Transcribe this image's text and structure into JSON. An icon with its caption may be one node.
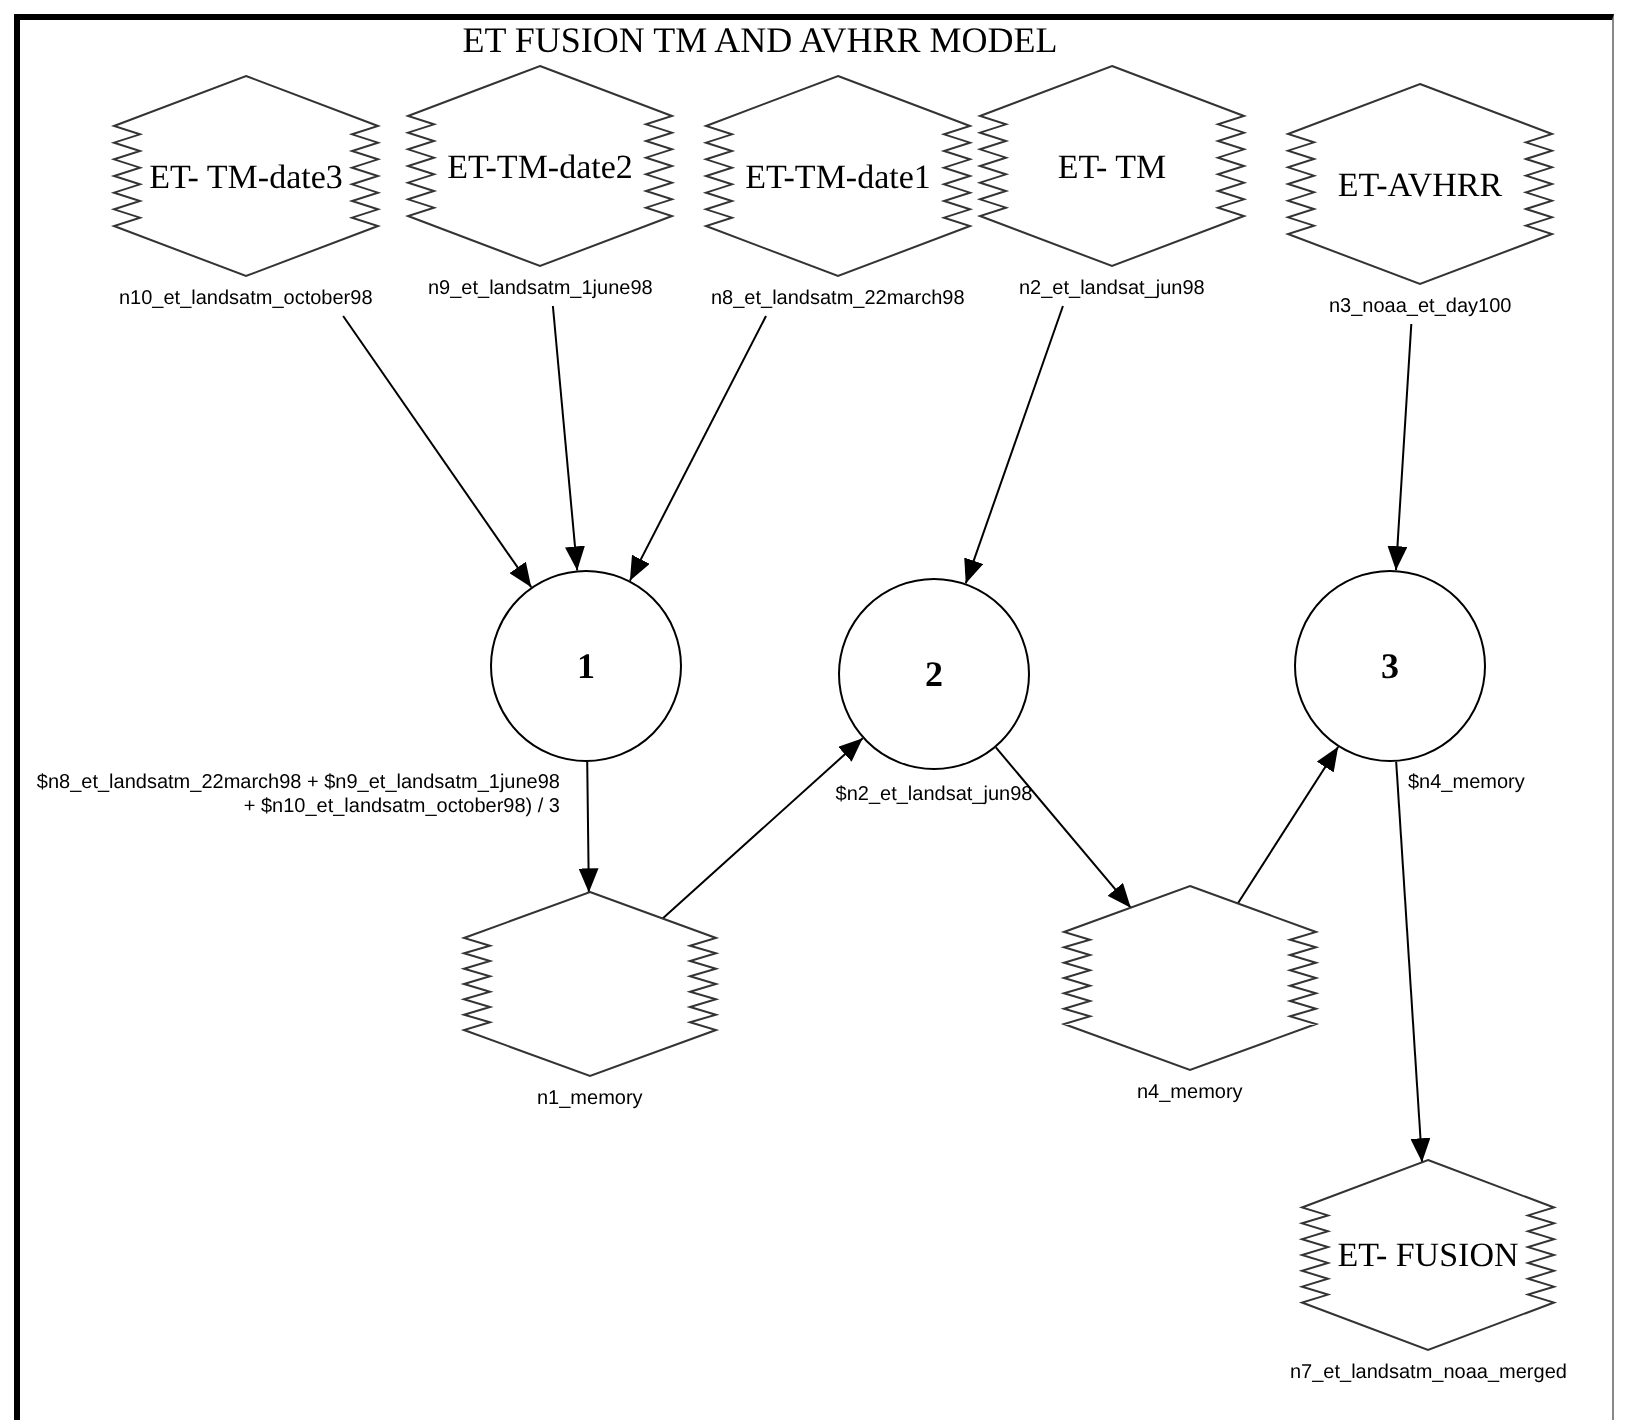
{
  "diagram": {
    "title": "ET FUSION TM AND AVHRR MODEL",
    "nodes": [
      {
        "text": [
          "ET- TM-date3"
        ],
        "beside": [
          "n10_et_landsatm_october98"
        ]
      },
      {
        "text": [
          "ET-TM-date2"
        ],
        "beside": [
          "n9_et_landsatm_1june98"
        ]
      },
      {
        "text": [
          "ET-TM-date1"
        ],
        "beside": [
          "n8_et_landsatm_22march98"
        ]
      },
      {
        "text": [
          "ET- TM"
        ],
        "beside": [
          "n2_et_landsat_jun98"
        ]
      },
      {
        "text": [
          "ET-AVHRR"
        ],
        "beside": [
          "n3_noaa_et_day100"
        ]
      },
      {
        "text": [
          "1"
        ],
        "beside": [
          "$n8_et_landsatm_22march98 + $n9_et_landsatm_1june98 + $n10_et_landsatm_october98) / 3"
        ]
      },
      {
        "text": [
          "2"
        ],
        "beside": [
          "$n2_et_landsat_jun98"
        ]
      },
      {
        "text": [
          "3"
        ],
        "beside": [
          "$n4_memory"
        ]
      },
      {
        "text": [],
        "shape": "hexagon",
        "beside": [
          "n1_memory"
        ]
      },
      {
        "text": [],
        "shape": "hexagon",
        "beside": [
          "n4_memory"
        ]
      },
      {
        "text": [
          "ET- FUSION"
        ],
        "beside": [
          "n7_et_landsatm_noaa_merged"
        ]
      }
    ],
    "edges": [
      {
        "from": 0,
        "to": 5,
        "arrow": "to"
      },
      {
        "from": 1,
        "to": 5,
        "arrow": "to"
      },
      {
        "from": 2,
        "to": 5,
        "arrow": "to"
      },
      {
        "from": 3,
        "to": 6,
        "arrow": "to"
      },
      {
        "from": 4,
        "to": 7,
        "arrow": "to"
      },
      {
        "from": 5,
        "to": 8,
        "arrow": "to"
      },
      {
        "from": 8,
        "to": 6,
        "arrow": "to"
      },
      {
        "from": 6,
        "to": 9,
        "arrow": "to"
      },
      {
        "from": 9,
        "to": 7,
        "arrow": "to"
      },
      {
        "from": 7,
        "to": 10,
        "arrow": "to"
      }
    ]
  }
}
